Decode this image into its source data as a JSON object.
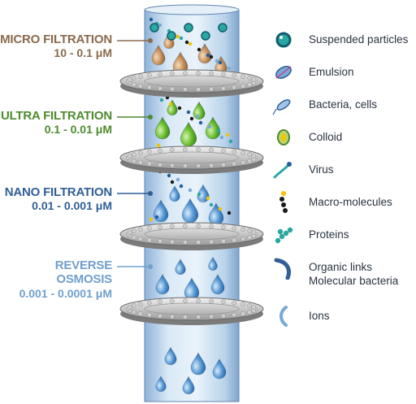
{
  "stages": [
    {
      "name": "MICRO FILTRATION",
      "range": "10 - 0.1 μM",
      "color": "#8a6a4c"
    },
    {
      "name": "ULTRA FILTRATION",
      "range": "0.1 - 0.01 μM",
      "color": "#4e8a2e"
    },
    {
      "name": "NANO FILTRATION",
      "range": "0.01 - 0.001 μM",
      "color": "#2f5f96"
    },
    {
      "name": "REVERSE OSMOSIS",
      "range": "0.001 - 0.0001 μM",
      "color": "#6f9fcd"
    }
  ],
  "legend": [
    {
      "label": "Suspended particles",
      "icon": "suspended-particle-icon"
    },
    {
      "label": "Emulsion",
      "icon": "emulsion-icon"
    },
    {
      "label": "Bacteria, cells",
      "icon": "bacteria-icon"
    },
    {
      "label": "Colloid",
      "icon": "colloid-icon"
    },
    {
      "label": "Virus",
      "icon": "virus-icon"
    },
    {
      "label": "Macro-molecules",
      "icon": "macro-molecules-icon"
    },
    {
      "label": "Proteins",
      "icon": "proteins-icon"
    },
    {
      "label": "Organic links",
      "label2": "Molecular bacteria",
      "icon": "organic-links-icon"
    },
    {
      "label": "Ions",
      "icon": "ions-icon"
    }
  ]
}
